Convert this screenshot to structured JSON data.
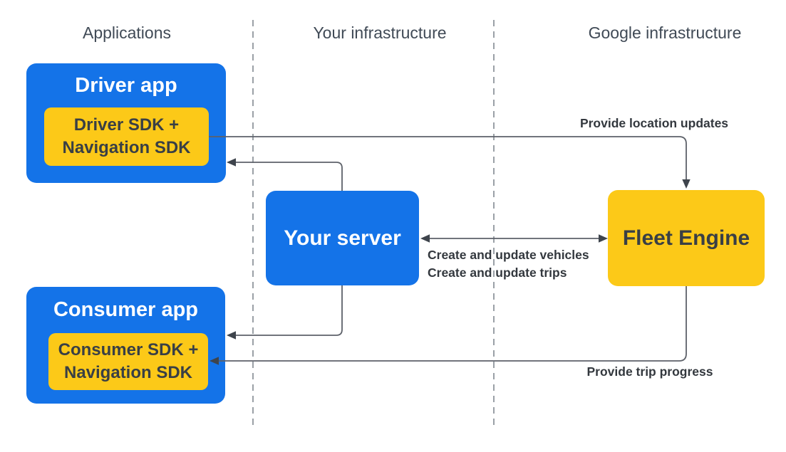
{
  "diagram": {
    "column_headers": [
      {
        "label": "Applications"
      },
      {
        "label": "Your infrastructure"
      },
      {
        "label": "Google infrastructure"
      }
    ],
    "nodes": {
      "driver_app": {
        "title": "Driver app",
        "sdk_line1": "Driver SDK +",
        "sdk_line2": "Navigation SDK"
      },
      "your_server": {
        "title": "Your server"
      },
      "fleet_engine": {
        "title": "Fleet Engine"
      },
      "consumer_app": {
        "title": "Consumer app",
        "sdk_line1": "Consumer SDK +",
        "sdk_line2": "Navigation SDK"
      }
    },
    "edges": {
      "driver_sdk_to_fleet_engine": {
        "label": "Provide location updates",
        "from": "Driver SDK + Navigation SDK",
        "to": "Fleet Engine"
      },
      "your_server_fleet_engine_bidirectional": {
        "label_line1": "Create and update vehicles",
        "label_line2": "Create and update trips",
        "from": "Your server",
        "to": "Fleet Engine"
      },
      "your_server_to_driver_app": {
        "from": "Your server",
        "to": "Driver app"
      },
      "your_server_to_consumer_app": {
        "from": "Your server",
        "to": "Consumer app"
      },
      "fleet_engine_to_consumer_sdk": {
        "label": "Provide trip progress",
        "from": "Fleet Engine",
        "to": "Consumer SDK + Navigation SDK"
      }
    },
    "colors": {
      "background": "#ffffff",
      "node_blue": "#1473e8",
      "node_yellow": "#fcc918",
      "node_text_light": "#ffffff",
      "node_text_dark": "#393f45",
      "connector_line": "#5d6169",
      "arrowhead": "#3e444c",
      "column_divider": "#9aa0a6",
      "heading_text": "#404a56",
      "edge_label_text": "#33383e"
    }
  }
}
